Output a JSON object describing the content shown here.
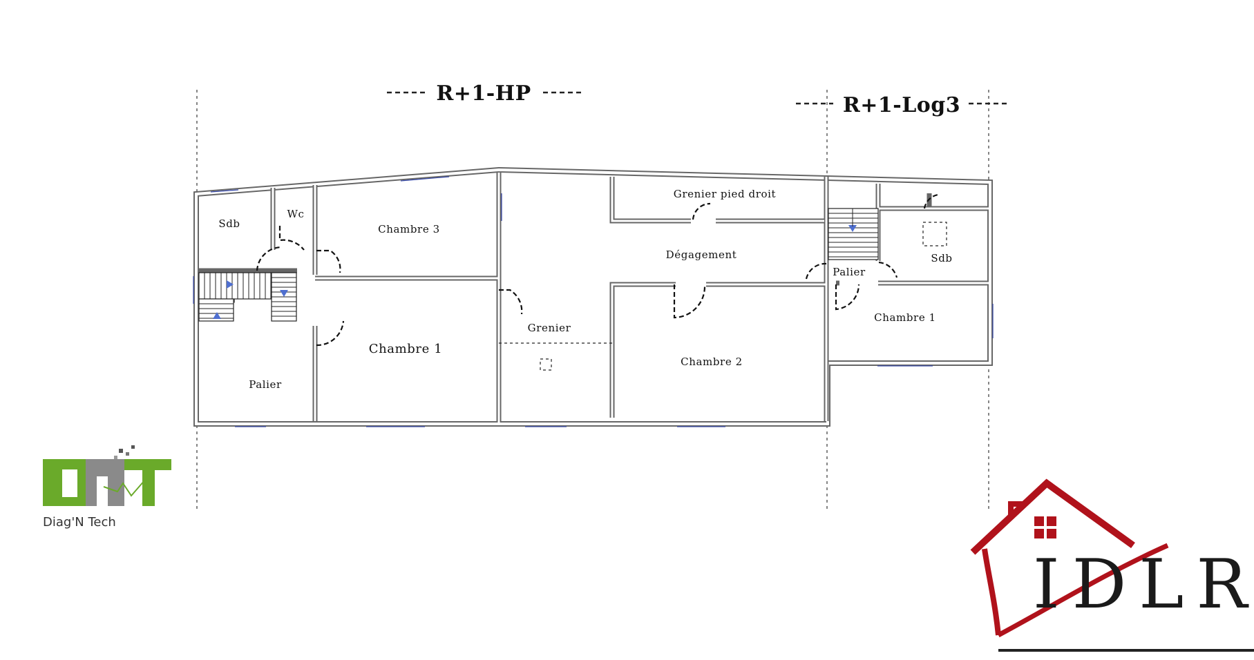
{
  "titles": {
    "left": "R+1-HP",
    "right": "R+1-Log3"
  },
  "rooms": {
    "sdb_left": "Sdb",
    "wc": "Wc",
    "chambre3": "Chambre 3",
    "grenier_pied_droit": "Grenier pied droit",
    "degagement": "Dégagement",
    "palier_right": "Palier",
    "sdb_right": "Sdb",
    "chambre1_left": "Chambre 1",
    "grenier": "Grenier",
    "chambre2": "Chambre 2",
    "chambre1_right": "Chambre 1",
    "palier_left": "Palier"
  },
  "logos": {
    "dnt_caption": "Diag'N Tech",
    "dnt_letters": "DNT",
    "idlr": "IDLR"
  },
  "colors": {
    "wall": "#666666",
    "window": "#3346a8",
    "stair_arrow": "#4f6fd0",
    "dnt_green": "#6aaa2a",
    "dnt_grey": "#8a8a8a",
    "idlr_red": "#b0121b"
  }
}
